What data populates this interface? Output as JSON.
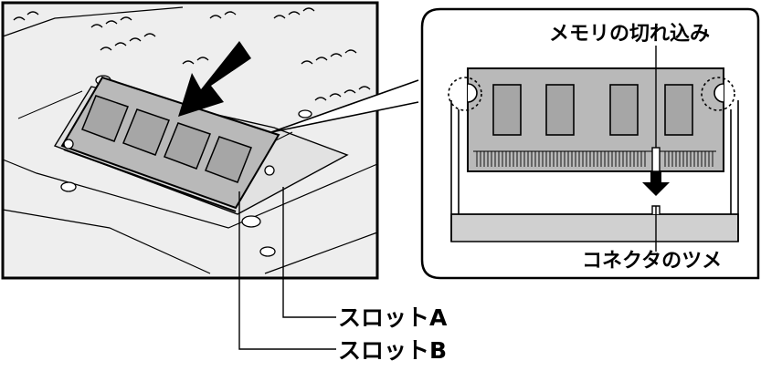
{
  "labels": {
    "memory_notch": "メモリの切れ込み",
    "connector_tab": "コネクタのツメ",
    "slot_a": "スロットA",
    "slot_b": "スロットB"
  },
  "colors": {
    "outline": "#000000",
    "chassis": "#eeeeee",
    "module": "#b9b9b9",
    "chip": "#a6a6a6",
    "connector": "#d0d0d0",
    "background": "#ffffff"
  },
  "icons": {
    "insert_arrow": "arrow-down-left-icon",
    "detail_arrow": "arrow-down-icon"
  }
}
